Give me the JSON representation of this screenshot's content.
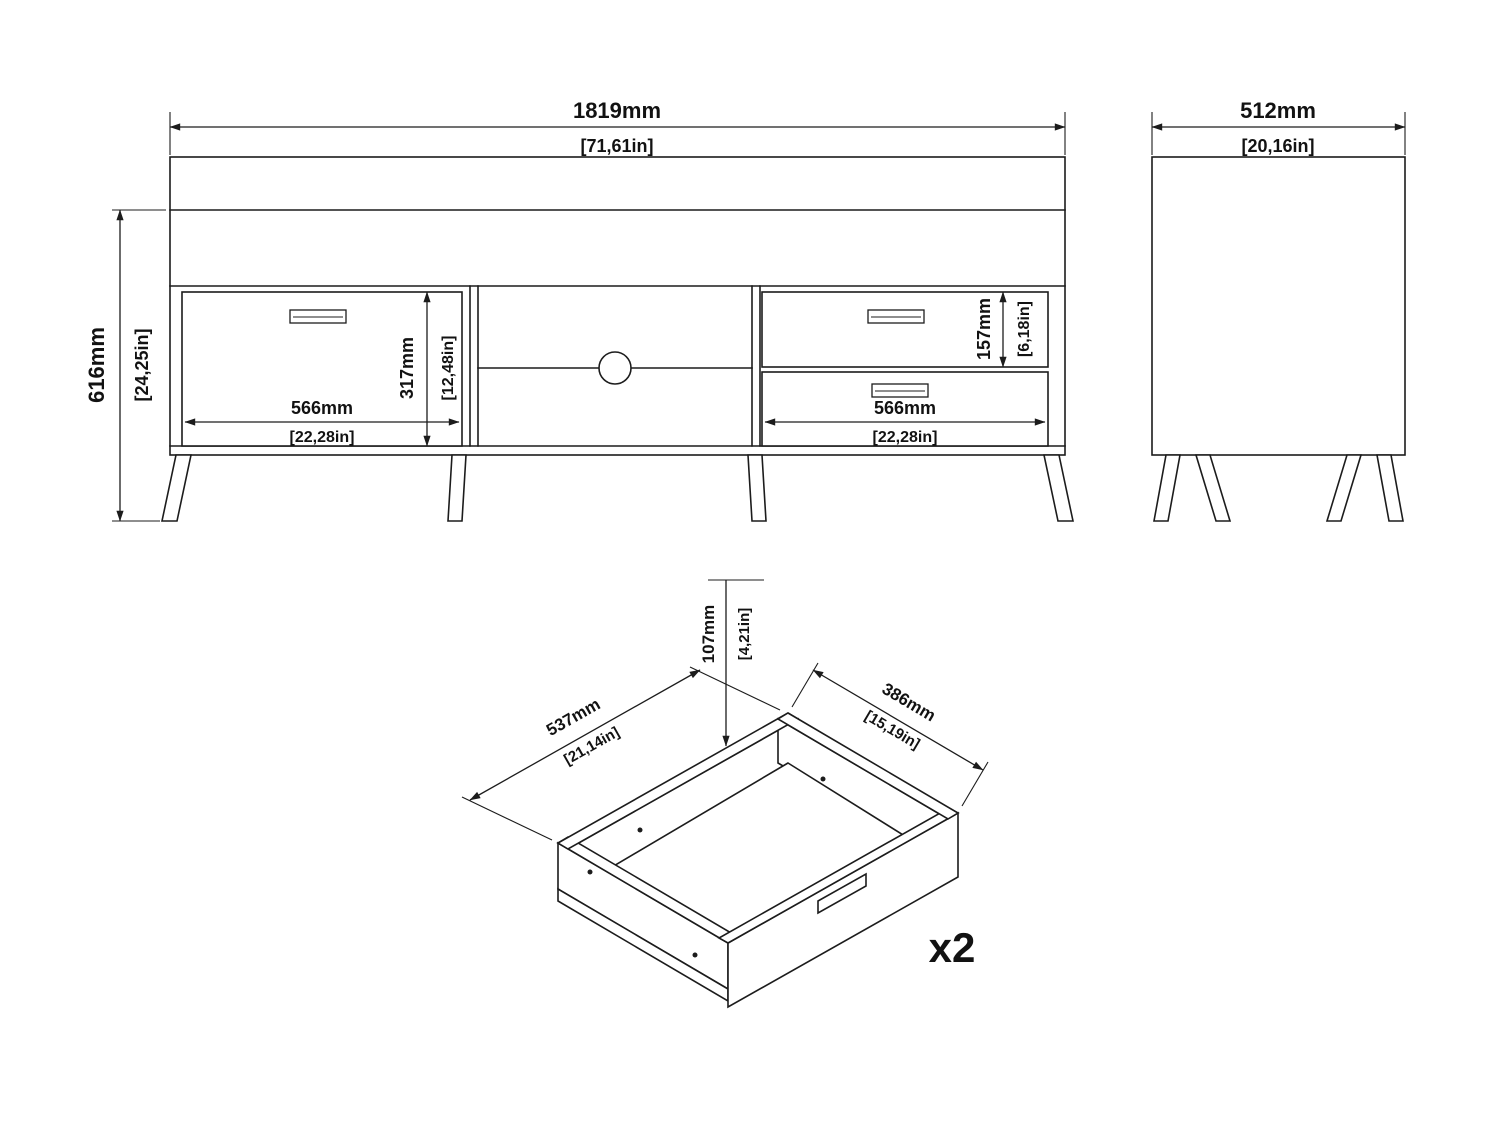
{
  "meta": {
    "background": "#ffffff",
    "line_color": "#1c1c1c",
    "text_color": "#121212"
  },
  "front_view": {
    "width_mm": "1819mm",
    "width_in": "[71,61in]",
    "height_mm": "616mm",
    "height_in": "[24,25in]",
    "left_drawer_width_mm": "566mm",
    "left_drawer_width_in": "[22,28in]",
    "compartment_height_mm": "317mm",
    "compartment_height_in": "[12,48in]",
    "right_drawer_height_mm": "157mm",
    "right_drawer_height_in": "[6,18in]",
    "right_drawer_width_mm": "566mm",
    "right_drawer_width_in": "[22,28in]"
  },
  "side_view": {
    "depth_mm": "512mm",
    "depth_in": "[20,16in]"
  },
  "drawer_view": {
    "height_mm": "107mm",
    "height_in": "[4,21in]",
    "depth_mm": "537mm",
    "depth_in": "[21,14in]",
    "width_mm": "386mm",
    "width_in": "[15,19in]",
    "quantity_label": "x2"
  }
}
